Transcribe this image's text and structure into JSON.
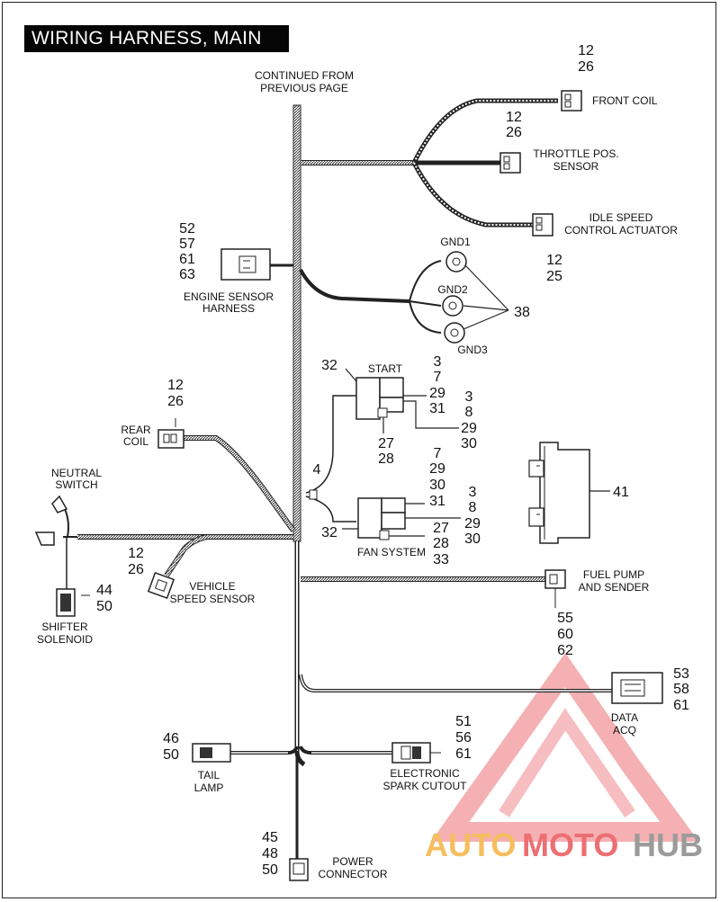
{
  "title": "WIRING HARNESS, MAIN",
  "continued": [
    "CONTINUED FROM",
    "PREVIOUS PAGE"
  ],
  "front_coil": {
    "label": "FRONT  COIL",
    "refs": [
      "12",
      "26"
    ]
  },
  "throttle": {
    "label": [
      "THROTTLE POS.",
      "SENSOR"
    ],
    "refs": [
      "12",
      "26"
    ]
  },
  "idle_speed": {
    "label": [
      "IDLE SPEED",
      "CONTROL ACTUATOR"
    ],
    "refs": [
      "12",
      "25"
    ]
  },
  "engine_sensor": {
    "label": [
      "ENGINE SENSOR",
      "HARNESS"
    ],
    "refs": [
      "52",
      "57",
      "61",
      "63"
    ]
  },
  "grounds": {
    "gnd1": "GND1",
    "gnd2": "GND2",
    "gnd3": "GND3",
    "ref": "38"
  },
  "start": {
    "label": "START",
    "ref_left": "32",
    "refs_a": [
      "3",
      "7",
      "29",
      "31"
    ],
    "refs_b": [
      "3",
      "8",
      "29",
      "30"
    ],
    "refs_c": [
      "27",
      "28"
    ]
  },
  "splice": {
    "ref": "4"
  },
  "fan": {
    "label": "FAN SYSTEM",
    "ref_left": "32",
    "refs_a": [
      "7",
      "29",
      "30",
      "31"
    ],
    "refs_b": [
      "3",
      "8",
      "29",
      "30"
    ],
    "refs_c": [
      "27",
      "28",
      "33"
    ]
  },
  "module": {
    "ref": "41"
  },
  "rear_coil": {
    "label": [
      "REAR",
      "COIL"
    ],
    "refs": [
      "12",
      "26"
    ]
  },
  "neutral": {
    "label": [
      "NEUTRAL",
      "SWITCH"
    ]
  },
  "shifter": {
    "label": [
      "SHIFTER",
      "SOLENOID"
    ],
    "refs": [
      "44",
      "50"
    ]
  },
  "vss": {
    "label": [
      "VEHICLE",
      "SPEED SENSOR"
    ],
    "refs": [
      "12",
      "26"
    ]
  },
  "fuel_pump": {
    "label": [
      "FUEL PUMP",
      "AND SENDER"
    ],
    "refs": [
      "55",
      "60",
      "62"
    ]
  },
  "data_acq": {
    "label": [
      "DATA",
      "ACQ"
    ],
    "refs": [
      "53",
      "58",
      "61"
    ]
  },
  "tail_lamp": {
    "label": [
      "TAIL",
      "LAMP"
    ],
    "refs": [
      "46",
      "50"
    ]
  },
  "spark": {
    "label": [
      "ELECTRONIC",
      "SPARK CUTOUT"
    ],
    "refs": [
      "51",
      "56",
      "61"
    ]
  },
  "power": {
    "label": [
      "POWER",
      "CONNECTOR"
    ],
    "refs": [
      "45",
      "48",
      "50"
    ]
  },
  "logo": {
    "part1": "AUTO",
    "part2": "MOTO",
    "part3": "HUB",
    "color_a": "#f5b342",
    "color_b": "#e9565b",
    "color_c": "#8a8a8a"
  }
}
